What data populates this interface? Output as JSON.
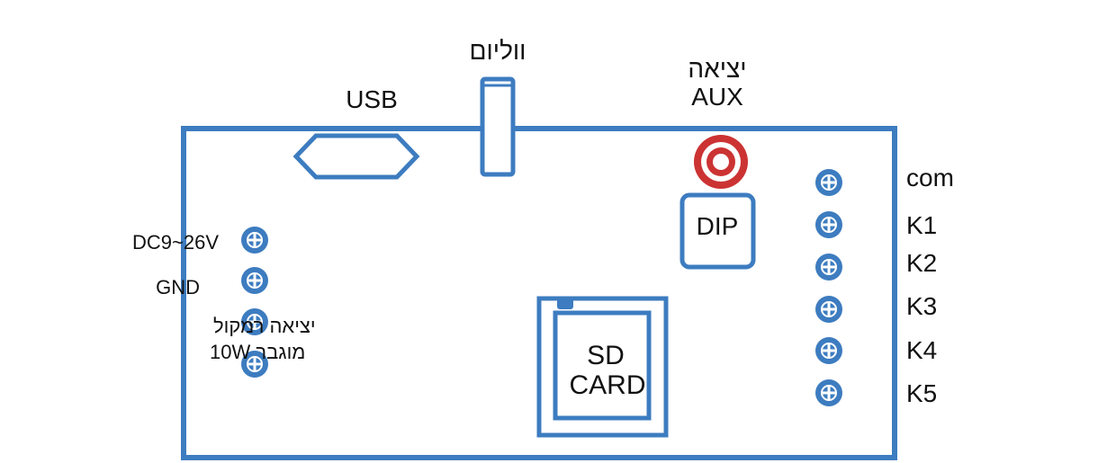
{
  "colors": {
    "board": "#3d7cc0",
    "terminal": "#3d7cc0",
    "terminal_cross": "#ffffff",
    "aux_ring": "#cc3333",
    "text": "#111111"
  },
  "labels": {
    "volume": "ווליום",
    "usb": "USB",
    "aux_line1": "יציאה",
    "aux_line2": "AUX",
    "dip": "DIP",
    "sd_line1": "SD",
    "sd_line2": "CARD",
    "left": {
      "dc": "DC9~26V",
      "gnd": "GND",
      "speaker_line1": "יציאה רמקול",
      "speaker_line2": "מוגבר 10W"
    },
    "right": {
      "com": "com",
      "k1": "K1",
      "k2": "K2",
      "k3": "K3",
      "k4": "K4",
      "k5": "K5"
    }
  }
}
